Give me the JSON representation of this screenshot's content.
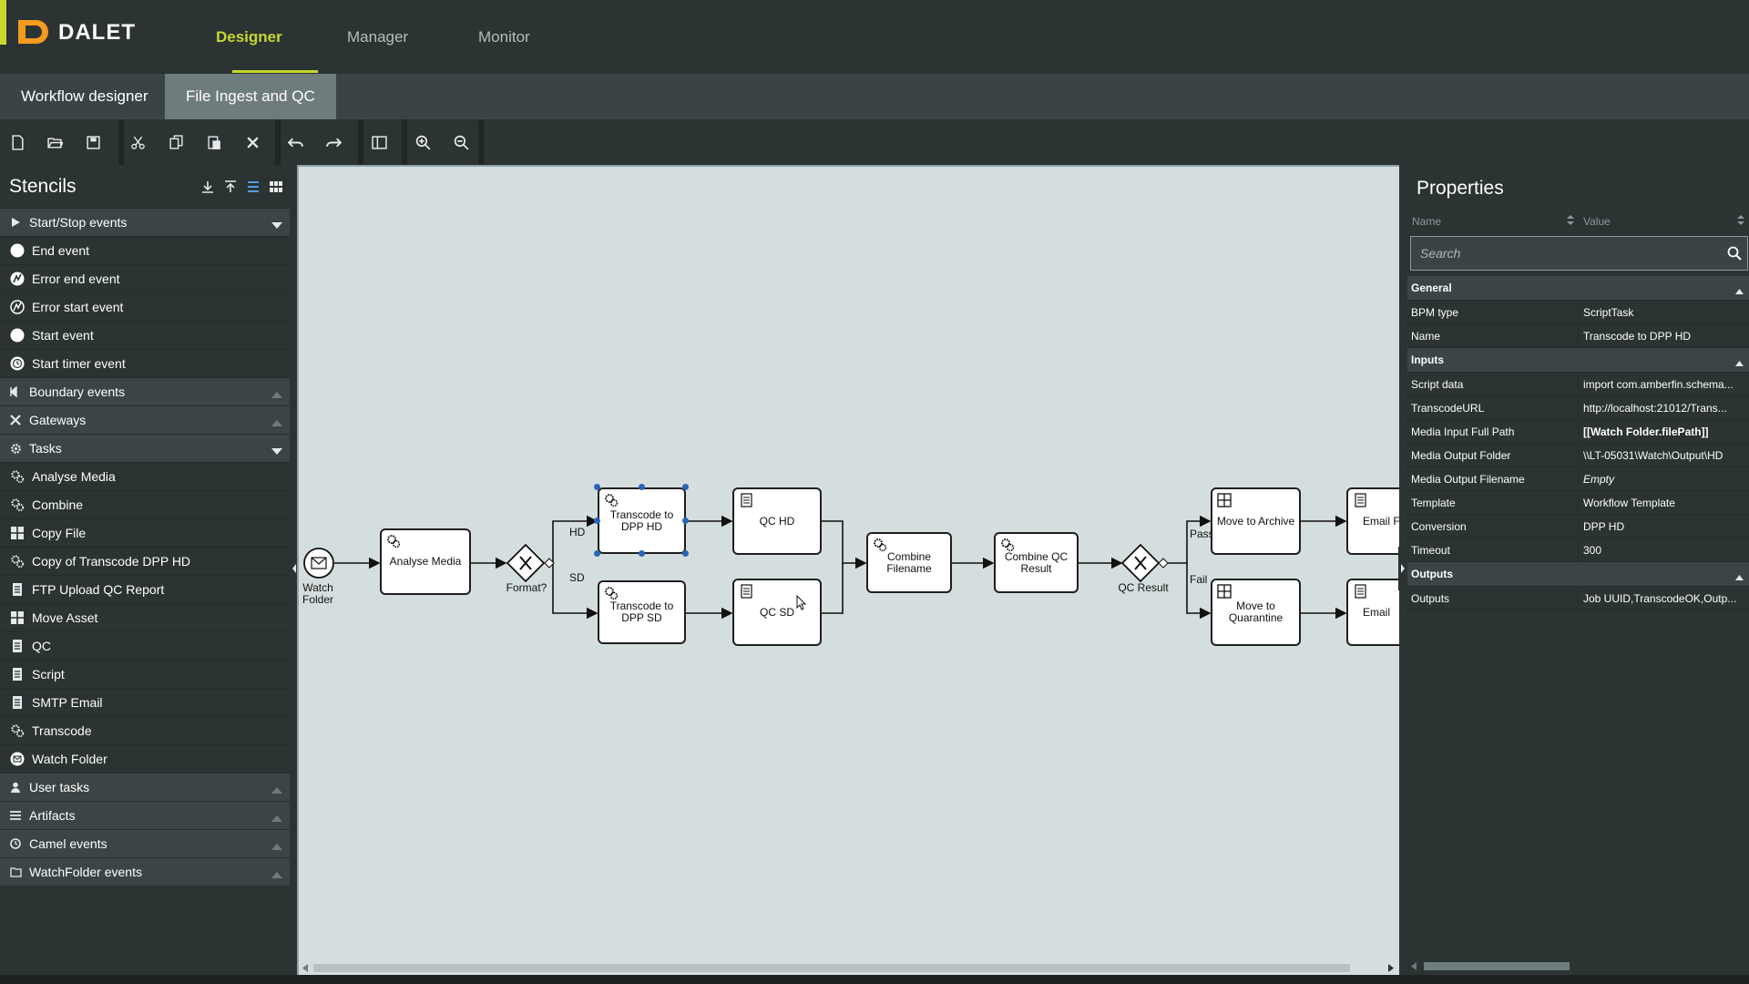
{
  "brand": {
    "name": "DALET",
    "accent_color": "#c6d82e"
  },
  "nav": {
    "tabs": [
      {
        "label": "Designer",
        "active": true
      },
      {
        "label": "Manager",
        "active": false
      },
      {
        "label": "Monitor",
        "active": false
      }
    ]
  },
  "subtabs": [
    {
      "label": "Workflow designer",
      "active": false
    },
    {
      "label": "File Ingest and QC",
      "active": true
    }
  ],
  "toolbar": {
    "buttons": [
      "new-file-icon",
      "open-folder-icon",
      "save-icon",
      "cut-icon",
      "copy-icon",
      "paste-icon",
      "delete-icon",
      "undo-icon",
      "redo-icon",
      "split-view-icon",
      "zoom-in-icon",
      "zoom-out-icon"
    ]
  },
  "stencils": {
    "title": "Stencils",
    "categories": [
      {
        "label": "Start/Stop events",
        "expanded": true,
        "items": [
          "End event",
          "Error end event",
          "Error start event",
          "Start event",
          "Start timer event"
        ]
      },
      {
        "label": "Boundary events",
        "expanded": false
      },
      {
        "label": "Gateways",
        "expanded": false
      },
      {
        "label": "Tasks",
        "expanded": true,
        "items": [
          "Analyse Media",
          "Combine",
          "Copy File",
          "Copy of Transcode DPP HD",
          "FTP Upload QC Report",
          "Move Asset",
          "QC",
          "Script",
          "SMTP Email",
          "Transcode",
          "Watch Folder"
        ]
      },
      {
        "label": "User tasks",
        "expanded": false
      },
      {
        "label": "Artifacts",
        "expanded": false
      },
      {
        "label": "Camel events",
        "expanded": false
      },
      {
        "label": "WatchFolder events",
        "expanded": false
      }
    ]
  },
  "diagram": {
    "watch_folder": "Watch\nFolder",
    "analyse_media": "Analyse Media",
    "format_gateway": "Format?",
    "edge_hd": "HD",
    "edge_sd": "SD",
    "transcode_hd": "Transcode to DPP HD",
    "transcode_sd": "Transcode to DPP SD",
    "qc_hd": "QC HD",
    "qc_sd": "QC SD",
    "combine_filename": "Combine Filename",
    "combine_qc_result": "Combine QC Result",
    "qc_result_gateway": "QC Result",
    "edge_pass": "Pass",
    "edge_fail": "Fail",
    "move_archive": "Move to Archive",
    "move_quarantine": "Move to Quarantine",
    "email_top": "Email F",
    "email_bottom": "Email"
  },
  "properties": {
    "title": "Properties",
    "col_name": "Name",
    "col_value": "Value",
    "search_placeholder": "Search",
    "general": {
      "label": "General",
      "rows": [
        {
          "name": "BPM type",
          "value": "ScriptTask"
        },
        {
          "name": "Name",
          "value": "Transcode to DPP HD"
        }
      ]
    },
    "inputs": {
      "label": "Inputs",
      "rows": [
        {
          "name": "Script data",
          "value": "import com.amberfin.schema..."
        },
        {
          "name": "TranscodeURL",
          "value": "http://localhost:21012/Trans..."
        },
        {
          "name": "Media Input Full Path",
          "value": "[[Watch Folder.filePath]]"
        },
        {
          "name": "Media Output Folder",
          "value": "\\\\LT-05031\\Watch\\Output\\HD"
        },
        {
          "name": "Media Output Filename",
          "value": "Empty"
        },
        {
          "name": "Template",
          "value": "Workflow Template"
        },
        {
          "name": "Conversion",
          "value": "DPP HD"
        },
        {
          "name": "Timeout",
          "value": "300"
        }
      ]
    },
    "outputs": {
      "label": "Outputs",
      "rows": [
        {
          "name": "Outputs",
          "value": "Job UUID,TranscodeOK,Outp..."
        }
      ]
    }
  }
}
